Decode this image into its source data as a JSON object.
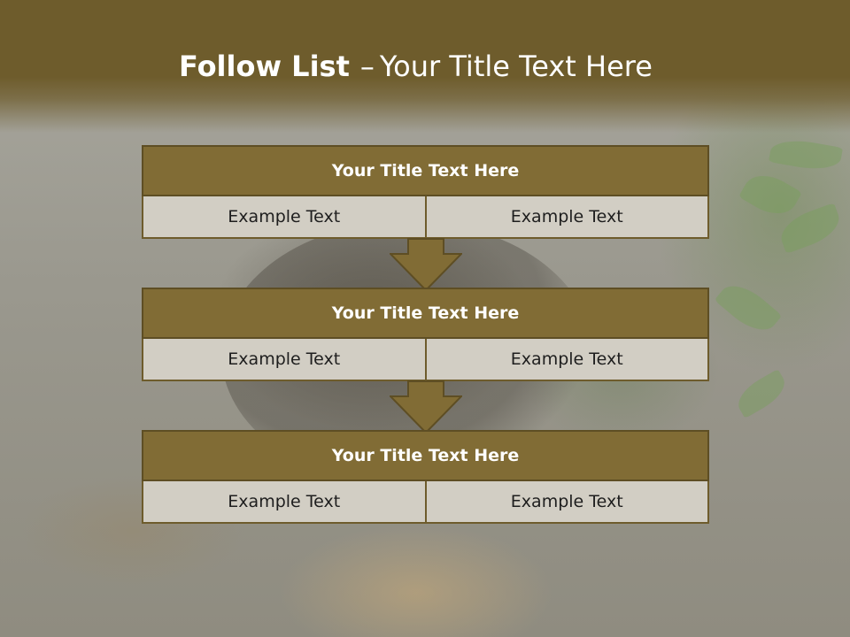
{
  "slide": {
    "title_bold": "Follow List",
    "title_dash": "–",
    "title_rest": "Your Title Text Here"
  },
  "blocks": [
    {
      "title": "Your Title Text Here",
      "left": "Example Text",
      "right": "Example Text"
    },
    {
      "title": "Your Title Text Here",
      "left": "Example Text",
      "right": "Example Text"
    },
    {
      "title": "Your Title Text Here",
      "left": "Example Text",
      "right": "Example Text"
    }
  ],
  "colors": {
    "header_band": "#6e5c2c",
    "block_title_fill": "#816c35",
    "cell_fill": "#d2cec4",
    "arrow_fill": "#816c35"
  },
  "icons": [
    "down-arrow-icon",
    "down-arrow-icon"
  ]
}
